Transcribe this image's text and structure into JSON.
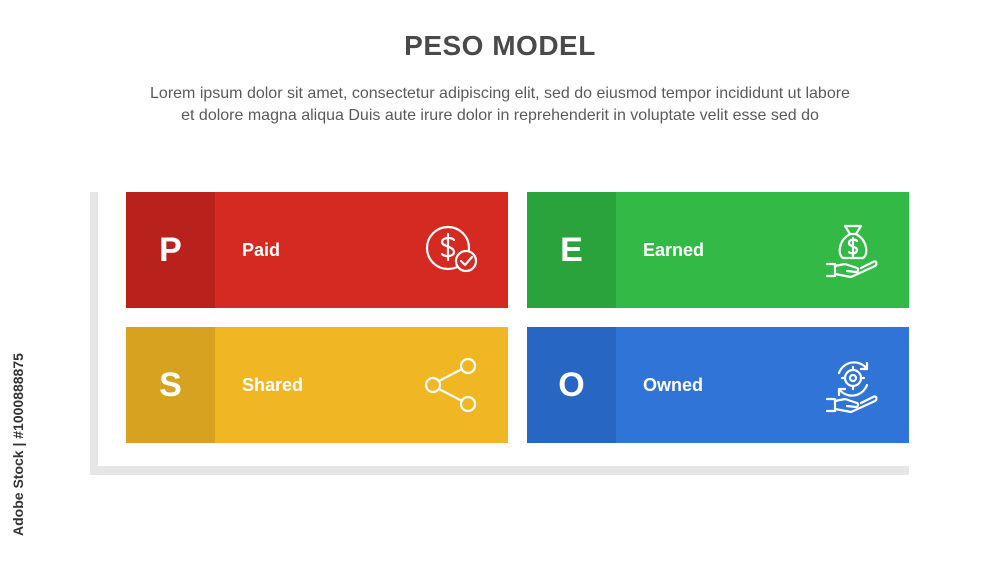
{
  "title": "PESO MODEL",
  "subtitle": {
    "line1": "Lorem ipsum dolor sit amet, consectetur adipiscing elit, sed do eiusmod tempor incididunt ut labore",
    "line2": "et dolore magna aliqua Duis aute irure dolor in reprehenderit in voluptate velit esse sed do"
  },
  "cards": [
    {
      "letter": "P",
      "label": "Paid",
      "icon": "dollar-coin-check-icon",
      "color": "#d42a22",
      "letter_bg": "#b9221c"
    },
    {
      "letter": "E",
      "label": "Earned",
      "icon": "money-bag-hand-icon",
      "color": "#33b946",
      "letter_bg": "#2ba33c"
    },
    {
      "letter": "S",
      "label": "Shared",
      "icon": "share-icon",
      "color": "#f1b623",
      "letter_bg": "#d6a21f"
    },
    {
      "letter": "O",
      "label": "Owned",
      "icon": "gear-hand-icon",
      "color": "#2f74d6",
      "letter_bg": "#2766c2"
    }
  ],
  "watermark": "Adobe Stock | #1000888875"
}
